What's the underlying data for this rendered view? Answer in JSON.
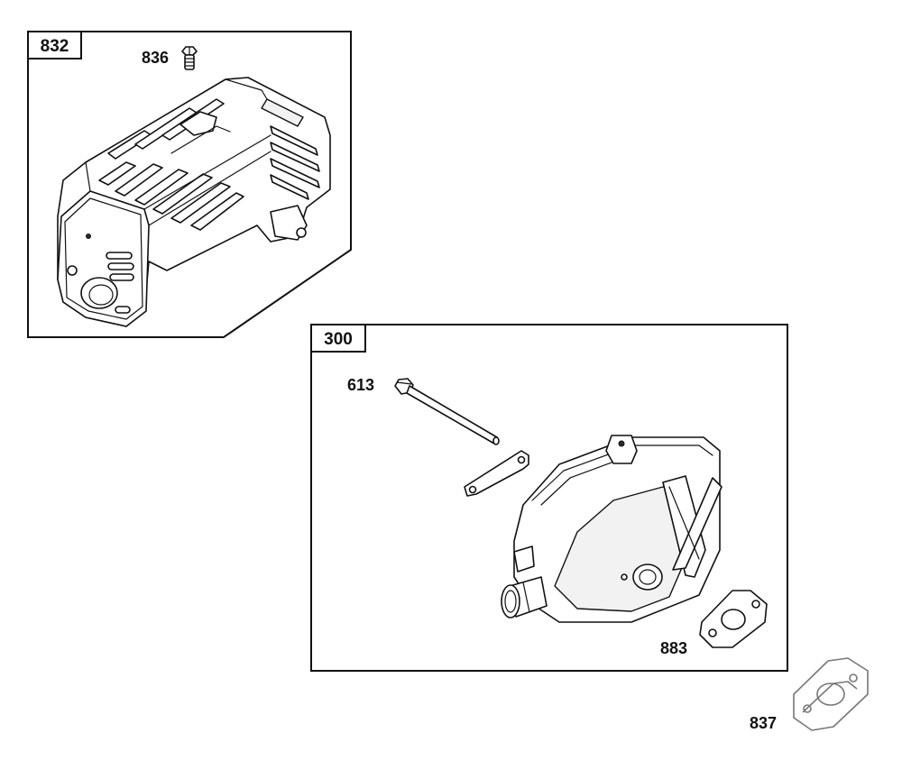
{
  "kit_832": {
    "tag": "832",
    "callouts": {
      "bolt": "836"
    }
  },
  "kit_300": {
    "tag": "300",
    "callouts": {
      "long_bolt": "613",
      "gasket": "883"
    }
  },
  "loose_parts": {
    "spacer": "837"
  }
}
